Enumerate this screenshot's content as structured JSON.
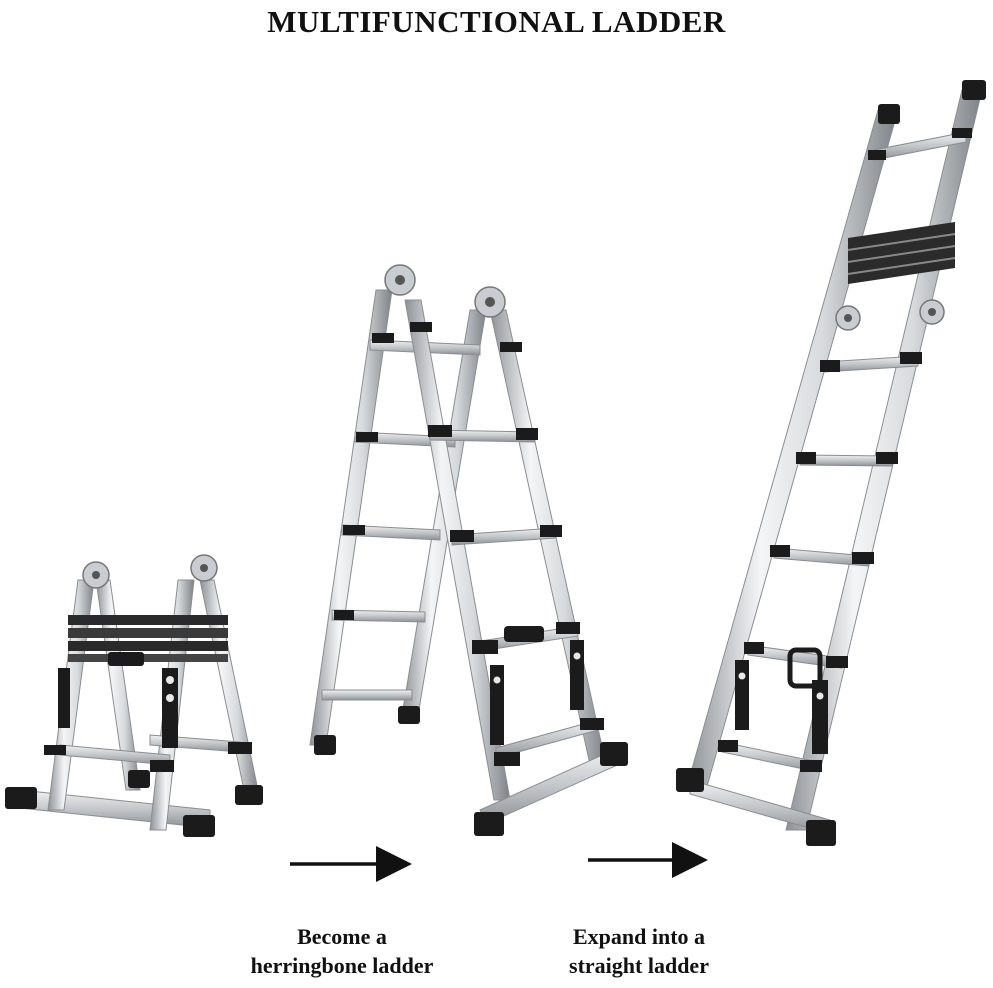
{
  "title": "MULTIFUNCTIONAL LADDER",
  "captions": [
    {
      "line1": "Become a",
      "line2": "herringbone ladder"
    },
    {
      "line1": "Expand into a",
      "line2": "straight ladder"
    }
  ],
  "colors": {
    "background": "#ffffff",
    "rail_light": "#e6e8ea",
    "rail_dark": "#9a9ea2",
    "clamp": "#1b1b1b",
    "arrow": "#111111"
  },
  "icons": [
    "arrow-right-icon",
    "arrow-right-icon"
  ]
}
